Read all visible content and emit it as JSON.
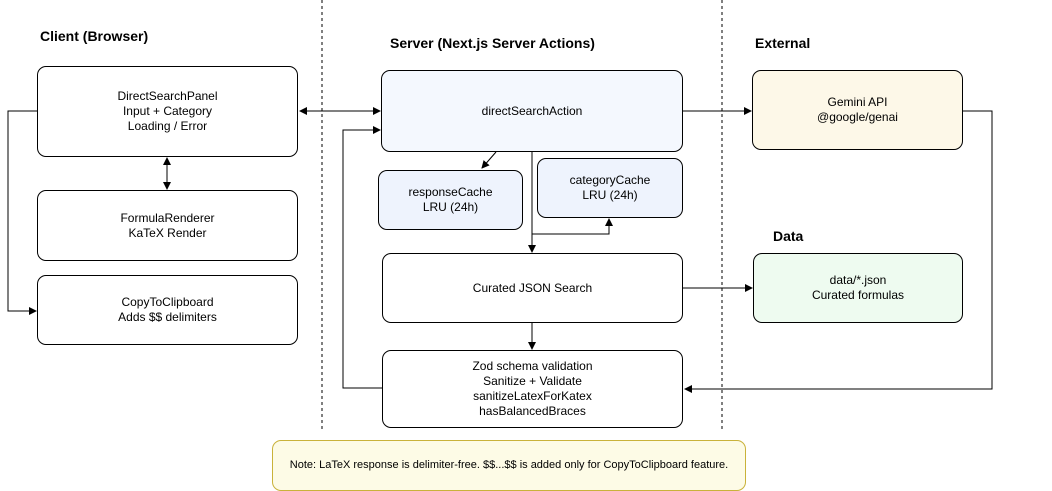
{
  "sections": {
    "client": "Client (Browser)",
    "server": "Server (Next.js Server Actions)",
    "external": "External",
    "data": "Data"
  },
  "boxes": {
    "direct_search_panel": [
      "DirectSearchPanel",
      "Input + Category",
      "Loading / Error"
    ],
    "formula_renderer": [
      "FormulaRenderer",
      "KaTeX Render"
    ],
    "copy_to_clipboard": [
      "CopyToClipboard",
      "Adds $$ delimiters"
    ],
    "direct_search_action": [
      "directSearchAction"
    ],
    "response_cache": [
      "responseCache",
      "LRU (24h)"
    ],
    "category_cache": [
      "categoryCache",
      "LRU (24h)"
    ],
    "curated_json_search": [
      "Curated JSON Search"
    ],
    "zod_validation": [
      "Zod schema validation",
      "Sanitize + Validate",
      "sanitizeLatexForKatex",
      "hasBalancedBraces"
    ],
    "gemini_api": [
      "Gemini API",
      "@google/genai"
    ],
    "data_json": [
      "data/*.json",
      "Curated formulas"
    ]
  },
  "note": "Note: LaTeX response is delimiter-free. $$...$$ is added only for CopyToClipboard feature.",
  "colors": {
    "server_action": "#f4f8fe",
    "cache": "#eef3fd",
    "external": "#fdf8e8",
    "data": "#eefbf0",
    "note_bg": "#fdfbe6",
    "note_border": "#c9b23a"
  }
}
